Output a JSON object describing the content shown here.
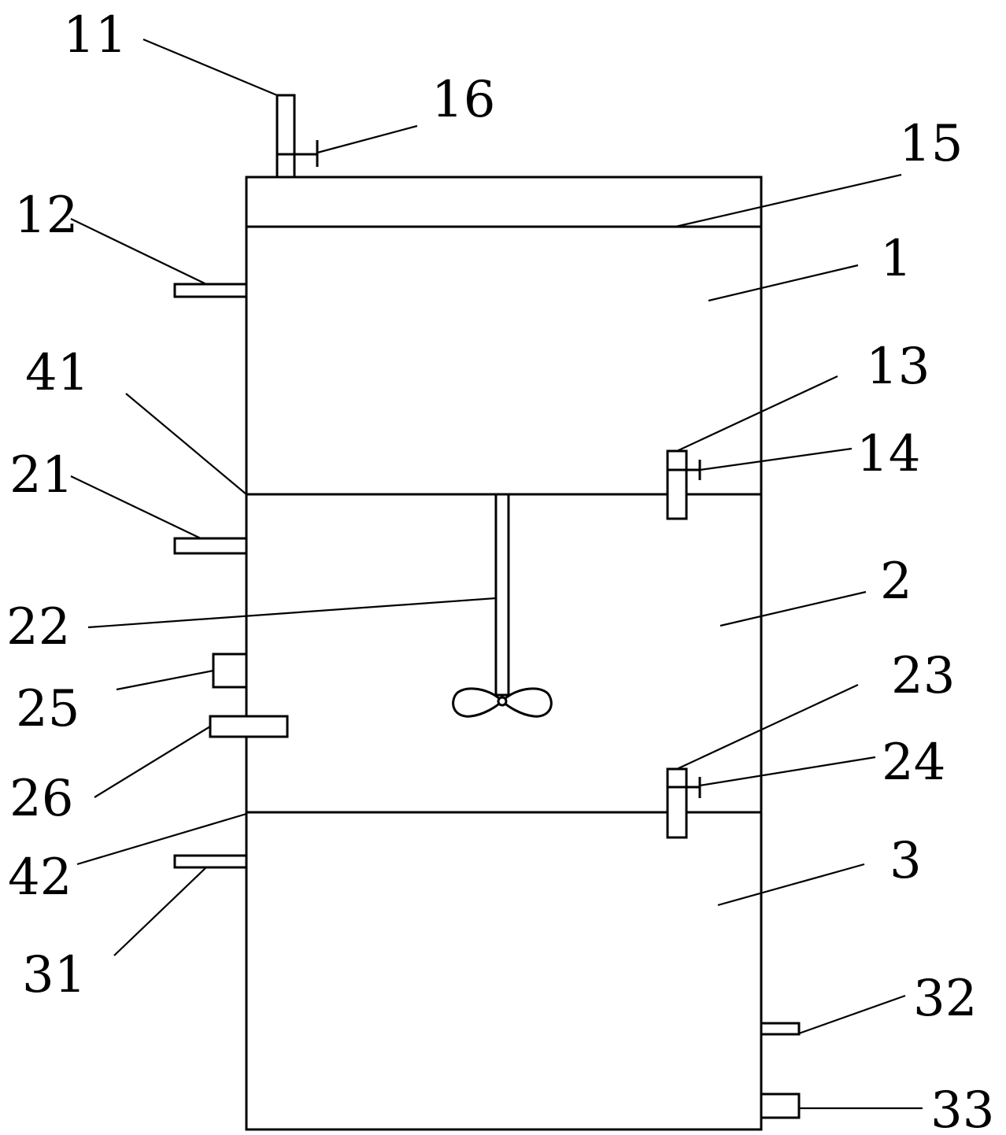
{
  "labels": {
    "l11": "11",
    "l16": "16",
    "l15": "15",
    "l12": "12",
    "l1": "1",
    "l41": "41",
    "l13": "13",
    "l14": "14",
    "l21": "21",
    "l2": "2",
    "l22": "22",
    "l25": "25",
    "l23": "23",
    "l26": "26",
    "l24": "24",
    "l42": "42",
    "l3": "3",
    "l31": "31",
    "l32": "32",
    "l33": "33"
  }
}
